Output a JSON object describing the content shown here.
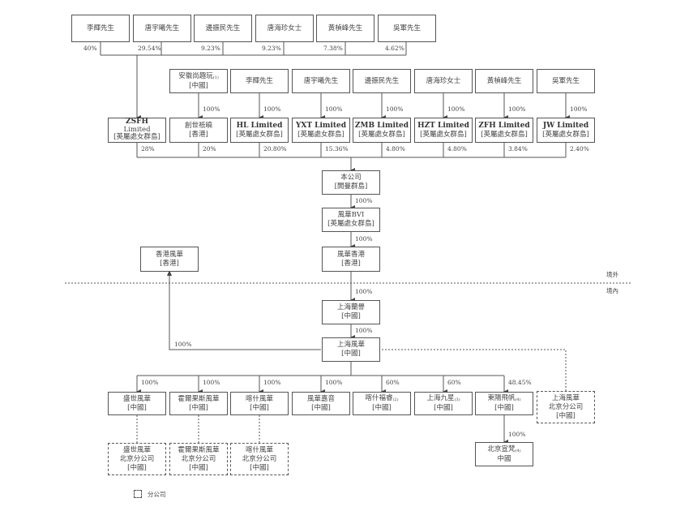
{
  "diagram": {
    "type": "corporate-structure-chart",
    "top_shareholders": [
      {
        "name": "李輝先生",
        "pct": "40%"
      },
      {
        "name": "唐宇曦先生",
        "pct": "29.54%"
      },
      {
        "name": "邊振民先生",
        "pct": "9.23%"
      },
      {
        "name": "唐海珍女士",
        "pct": "9.23%"
      },
      {
        "name": "黃楨峰先生",
        "pct": "7.38%"
      },
      {
        "name": "吳軍先生",
        "pct": "4.62%"
      }
    ],
    "second_owners": [
      {
        "name": "安徽尚趣玩",
        "note": "(1)",
        "loc": "[中國]",
        "pct": "100%"
      },
      {
        "name": "李輝先生",
        "pct": "100%"
      },
      {
        "name": "唐宇曦先生",
        "pct": "100%"
      },
      {
        "name": "邊振民先生",
        "pct": "100%"
      },
      {
        "name": "唐海珍女士",
        "pct": "100%"
      },
      {
        "name": "黃楨峰先生",
        "pct": "100%"
      },
      {
        "name": "吳軍先生",
        "pct": "100%"
      }
    ],
    "holding_entities": [
      {
        "name": "ZSFH",
        "name2": "Limited",
        "loc": "[英屬處女群島]",
        "pct": "28%"
      },
      {
        "name": "創世祇曉",
        "loc": "[香港]",
        "pct": "20%"
      },
      {
        "name": "HL Limited",
        "loc": "[英屬處女群島]",
        "pct": "20.80%"
      },
      {
        "name": "YXT Limited",
        "loc": "[英屬處女群島]",
        "pct": "15.36%"
      },
      {
        "name": "ZMB Limited",
        "loc": "[英屬處女群島]",
        "pct": "4.80%"
      },
      {
        "name": "HZT Limited",
        "loc": "[英屬處女群島]",
        "pct": "4.80%"
      },
      {
        "name": "ZFH Limited",
        "loc": "[英屬處女群島]",
        "pct": "3.84%"
      },
      {
        "name": "JW Limited",
        "loc": "[英屬處女群島]",
        "pct": "2.40%"
      }
    ],
    "company": {
      "name": "本公司",
      "loc": "[開曼群島]",
      "pct_down": "100%"
    },
    "bvi": {
      "name": "風華BVI",
      "loc": "[英屬處女群島]",
      "pct_down": "100%"
    },
    "hk": {
      "name": "風華香港",
      "loc": "[香港]",
      "pct_down": "100%"
    },
    "hk_fenghua": {
      "name": "香港風華",
      "loc": "[香港]"
    },
    "boundary": {
      "offshore": "境外",
      "onshore": "境內"
    },
    "sh_lanyun": {
      "name": "上海蘭譽",
      "loc": "[中國]",
      "pct_down": "100%"
    },
    "sh_fenghua": {
      "name": "上海風華",
      "loc": "[中國]",
      "pct_to_hk": "100%"
    },
    "subsidiaries": [
      {
        "name": "盛世風華",
        "loc": "[中國]",
        "pct": "100%"
      },
      {
        "name": "霍爾果斯風華",
        "loc": "[中國]",
        "pct": "100%"
      },
      {
        "name": "喀什風華",
        "loc": "[中國]",
        "pct": "100%"
      },
      {
        "name": "風華嘉音",
        "loc": "[中國]",
        "pct": "100%"
      },
      {
        "name": "喀什福睿",
        "note": "(2)",
        "loc": "[中國]",
        "pct": "60%"
      },
      {
        "name": "上海九星",
        "note": "(3)",
        "loc": "[中國]",
        "pct": "60%"
      },
      {
        "name": "東陽飛帆",
        "note": "(4)",
        "loc": "[中國]",
        "pct": "48.45%"
      }
    ],
    "sh_branch": {
      "name": "上海風華",
      "name2": "北京分公司",
      "loc": "[中國]"
    },
    "branches": [
      {
        "name": "盛世風華",
        "name2": "北京分公司",
        "loc": "[中國]"
      },
      {
        "name": "霍爾果斯風華",
        "name2": "北京分公司",
        "loc": "[中國]"
      },
      {
        "name": "喀什風華",
        "name2": "北京分公司",
        "loc": "[中國]"
      }
    ],
    "beijing_xuanfan": {
      "name": "北京宣梵",
      "note": "(4)",
      "loc": "中國",
      "pct": "100%"
    },
    "legend": {
      "label": "分公司",
      "icon": "dashed-box-icon"
    }
  }
}
